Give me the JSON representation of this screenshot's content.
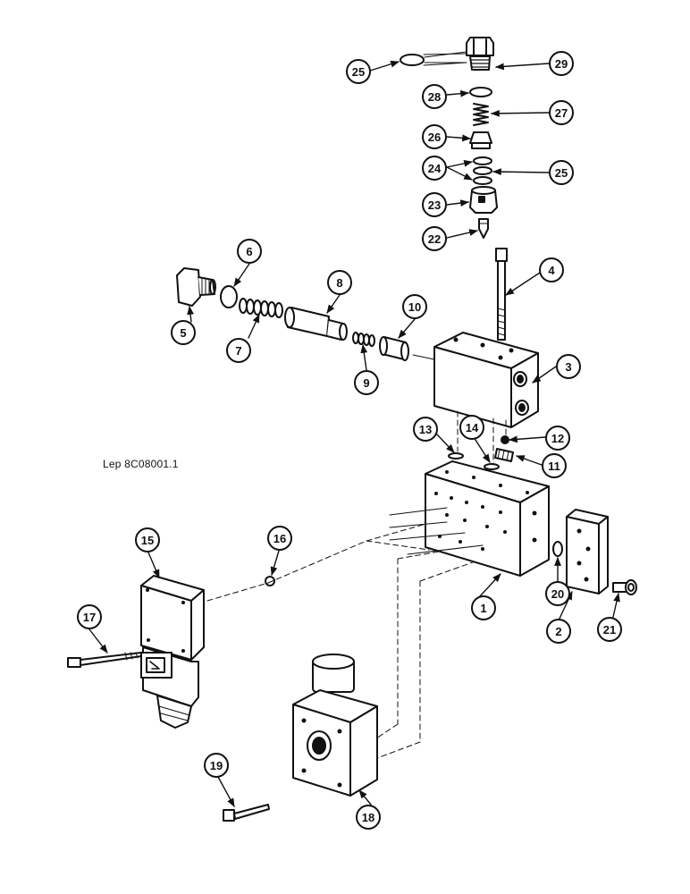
{
  "figure": {
    "reference": "Lep 8C08001.1"
  },
  "callouts": [
    {
      "id": "c1",
      "text": "1"
    },
    {
      "id": "c2",
      "text": "2"
    },
    {
      "id": "c3",
      "text": "3"
    },
    {
      "id": "c4",
      "text": "4"
    },
    {
      "id": "c5",
      "text": "5"
    },
    {
      "id": "c6",
      "text": "6"
    },
    {
      "id": "c7",
      "text": "7"
    },
    {
      "id": "c8",
      "text": "8"
    },
    {
      "id": "c9",
      "text": "9"
    },
    {
      "id": "c10",
      "text": "10"
    },
    {
      "id": "c11",
      "text": "11"
    },
    {
      "id": "c12",
      "text": "12"
    },
    {
      "id": "c13",
      "text": "13"
    },
    {
      "id": "c14",
      "text": "14"
    },
    {
      "id": "c15",
      "text": "15"
    },
    {
      "id": "c16",
      "text": "16"
    },
    {
      "id": "c17",
      "text": "17"
    },
    {
      "id": "c18",
      "text": "18"
    },
    {
      "id": "c19",
      "text": "19"
    },
    {
      "id": "c20",
      "text": "20"
    },
    {
      "id": "c21",
      "text": "21"
    },
    {
      "id": "c22",
      "text": "22"
    },
    {
      "id": "c23",
      "text": "23"
    },
    {
      "id": "c24",
      "text": "24"
    },
    {
      "id": "c25a",
      "text": "25"
    },
    {
      "id": "c25b",
      "text": "25"
    },
    {
      "id": "c26",
      "text": "26"
    },
    {
      "id": "c27",
      "text": "27"
    },
    {
      "id": "c28",
      "text": "28"
    },
    {
      "id": "c29",
      "text": "29"
    }
  ]
}
